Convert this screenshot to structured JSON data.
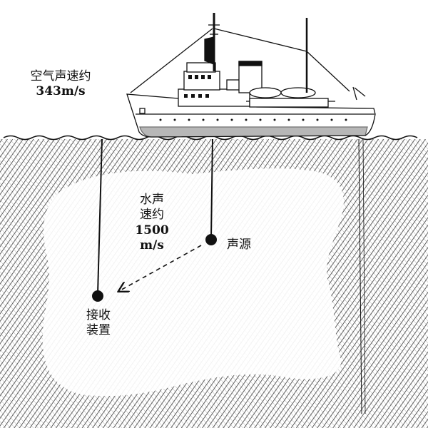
{
  "labels": {
    "air_speed_title": "空气声速约",
    "air_speed_value": "343m/s",
    "water_speed_line1": "水声",
    "water_speed_line2": "速约",
    "water_speed_value": "1500",
    "water_speed_unit": "m/s",
    "sound_source": "声源",
    "receiver_line1": "接收",
    "receiver_line2": "装置"
  },
  "colors": {
    "ink": "#111111",
    "water_hatch": "#3a3a3a",
    "background": "#ffffff"
  }
}
